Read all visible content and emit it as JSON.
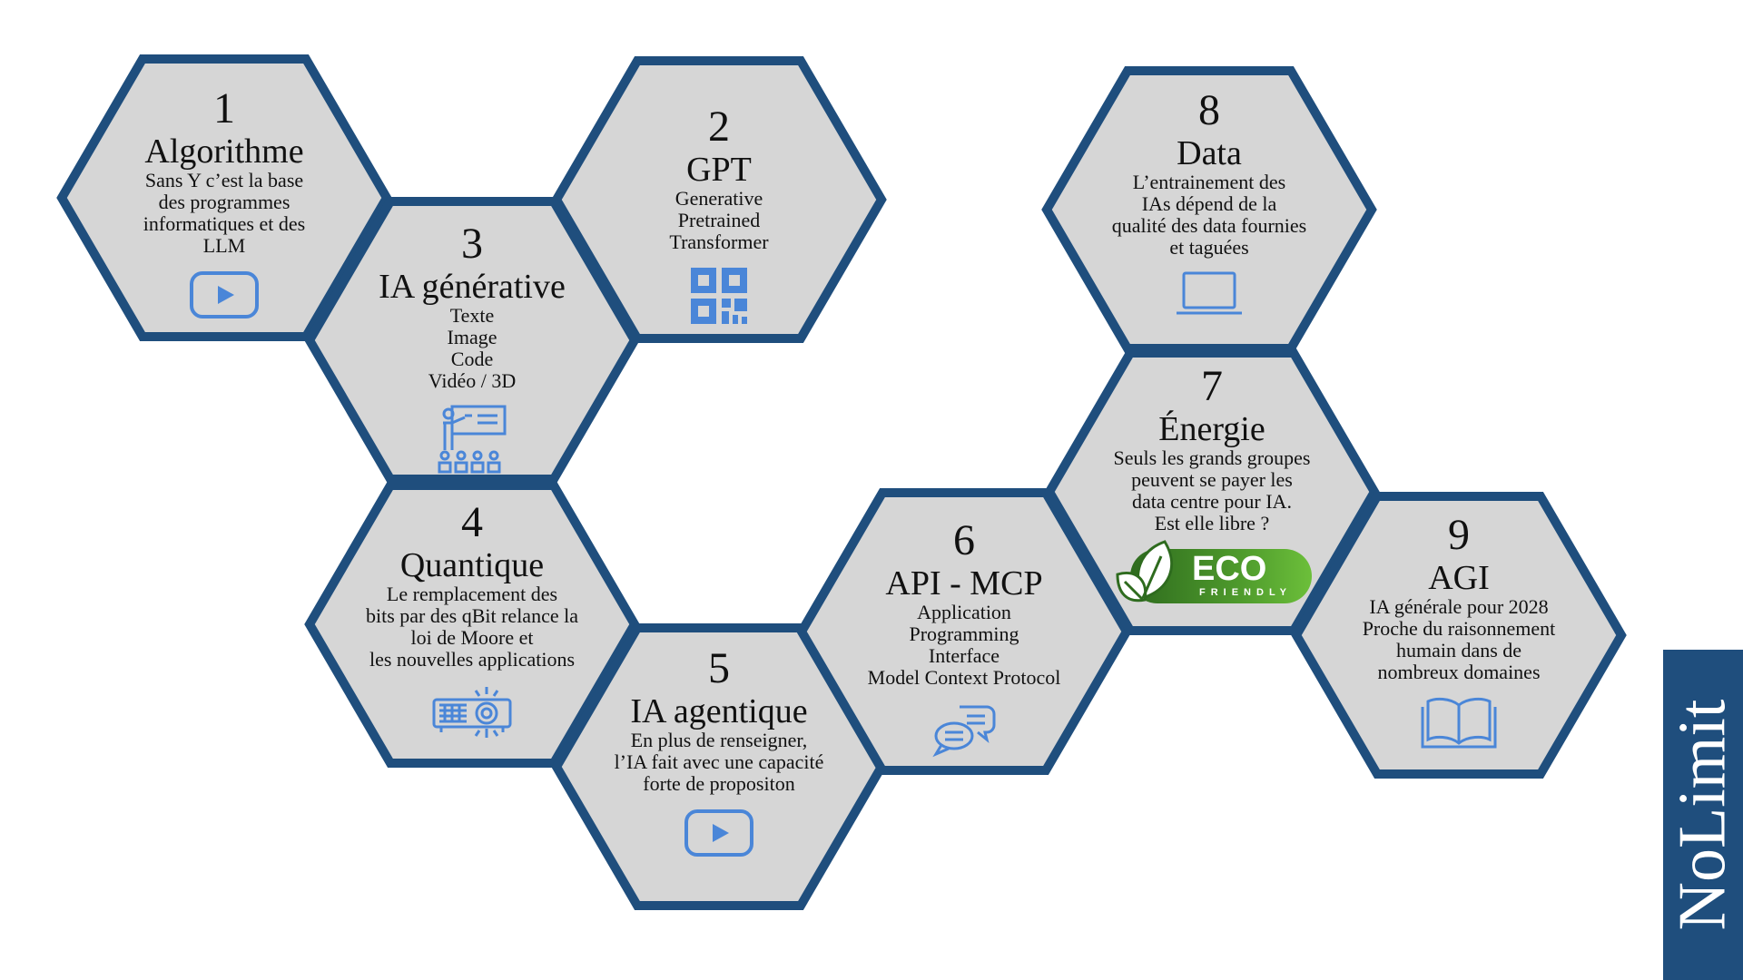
{
  "colors": {
    "hex_fill": "#d6d6d6",
    "hex_stroke": "#1f4e7d",
    "icon": "#4a86d8",
    "banner": "#1f4e7d",
    "eco_green": "#4e9a2c"
  },
  "hexagons": [
    {
      "number": "1",
      "title": "Algorithme",
      "body": "Sans Y c’est la base\ndes programmes\ninformatiques et des\nLLM",
      "icon": "play-icon"
    },
    {
      "number": "2",
      "title": "GPT",
      "body": "Generative\nPretrained\nTransformer",
      "icon": "qr-code-icon"
    },
    {
      "number": "3",
      "title": "IA générative",
      "body": "Texte\nImage\nCode\nVidéo / 3D",
      "icon": "teacher-icon"
    },
    {
      "number": "4",
      "title": "Quantique",
      "body": "Le  remplacement des\nbits par des qBit relance la\nloi de Moore et\nles nouvelles applications",
      "icon": "projector-icon"
    },
    {
      "number": "5",
      "title": "IA agentique",
      "body": "En plus de renseigner,\nl’IA fait avec une capacité\nforte de propositon",
      "icon": "play-icon"
    },
    {
      "number": "6",
      "title": "API - MCP",
      "body": "Application\nProgramming\nInterface\nModel Context Protocol",
      "icon": "chat-icon"
    },
    {
      "number": "7",
      "title": "Énergie",
      "body": "Seuls les grands groupes\npeuvent se payer les\ndata centre pour IA.\nEst elle libre ?",
      "icon": "eco-friendly-badge",
      "badge_main": "ECO",
      "badge_sub": "FRIENDLY"
    },
    {
      "number": "8",
      "title": "Data",
      "body": "L’entrainement des\nIAs dépend de la\nqualité des data fournies\net taguées",
      "icon": "laptop-icon"
    },
    {
      "number": "9",
      "title": "AGI",
      "body": "IA générale pour 2028\nProche du raisonnement\nhumain dans de\nnombreux domaines",
      "icon": "book-icon"
    }
  ],
  "banner": {
    "text": "NoLimit"
  }
}
